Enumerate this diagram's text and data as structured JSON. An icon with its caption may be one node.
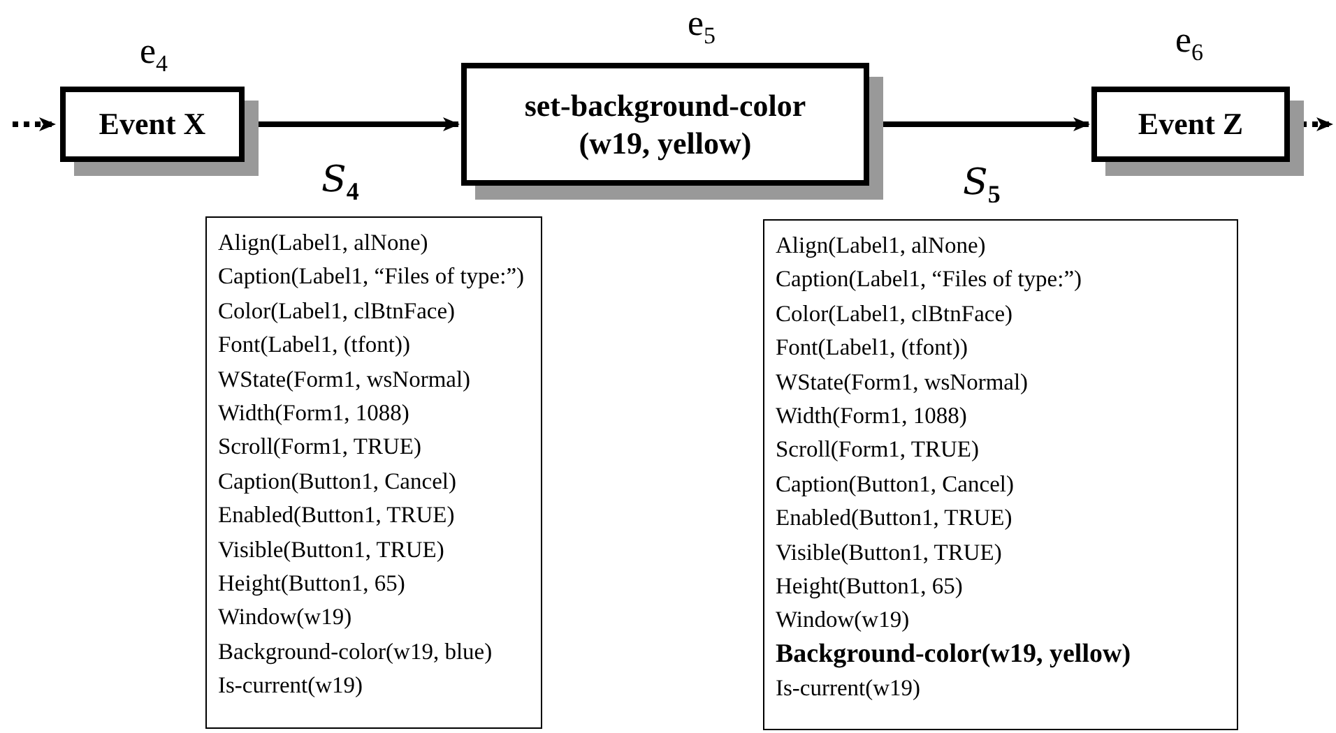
{
  "diagram": {
    "nodes": [
      {
        "text": [
          "Event X"
        ],
        "beside": [
          "e$_{4}$"
        ]
      },
      {
        "text": [
          "set-background-color (w19, yellow)"
        ],
        "beside": [
          "e$_{5}$"
        ]
      },
      {
        "text": [
          "Event Z"
        ],
        "beside": [
          "e$_{6}$"
        ]
      },
      {
        "text": [
          "S$_{4}$",
          "Align(Label1, alNone)",
          "Caption(Label1, “Files of type:”)",
          "Color(Label1, clBtnFace)",
          "Font(Label1, (tfont))",
          "WState(Form1, wsNormal)",
          "Width(Form1, 1088)",
          "Scroll(Form1, TRUE)",
          "Caption(Button1, Cancel)",
          "Enabled(Button1, TRUE)",
          "Visible(Button1, TRUE)",
          "Height(Button1, 65)",
          "Window(w19)",
          "Background-color(w19, blue)",
          "Is-current(w19)"
        ]
      },
      {
        "text": [
          "S$_{5}$",
          "Align(Label1, alNone)",
          "Caption(Label1, “Files of type:”)",
          "Color(Label1, clBtnFace)",
          "Font(Label1, (tfont))",
          "WState(Form1, wsNormal)",
          "Width(Form1, 1088)",
          "Scroll(Form1, TRUE)",
          "Caption(Button1, Cancel)",
          "Enabled(Button1, TRUE)",
          "Visible(Button1, TRUE)",
          "Height(Button1, 65)",
          "Window(w19)",
          "**Background-color(w19, yellow)**",
          "Is-current(w19)"
        ]
      }
    ],
    "edges": [
      {
        "from": null,
        "to": 0,
        "arrow": "to",
        "style": "dashed"
      },
      {
        "from": 0,
        "to": 1,
        "arrow": "to"
      },
      {
        "from": 1,
        "to": 2,
        "arrow": "to"
      },
      {
        "from": 2,
        "to": null,
        "arrow": "to",
        "style": "dashed"
      }
    ]
  }
}
